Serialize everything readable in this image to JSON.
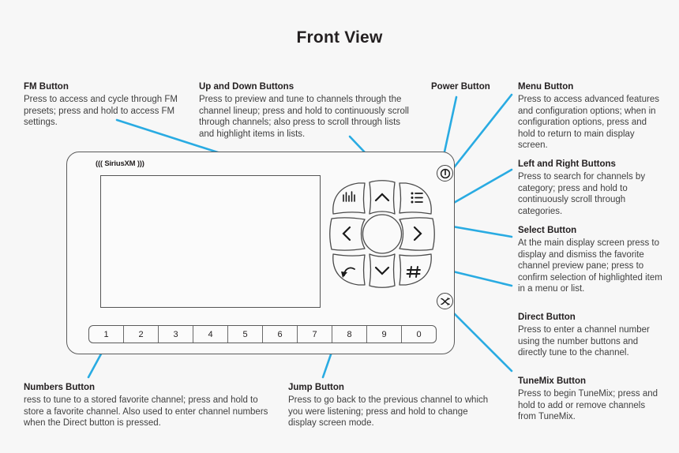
{
  "title": "Front View",
  "accent_color": "#29ABE2",
  "line_color": "#5b5b5b",
  "text_color": "#3f3f3f",
  "device": {
    "brand": "((( SiriusXM )))",
    "brand_plain": "SiriusXM",
    "number_keys": [
      "1",
      "2",
      "3",
      "4",
      "5",
      "6",
      "7",
      "8",
      "9",
      "0"
    ],
    "pad_buttons": [
      {
        "name": "fm",
        "icon": "equalizer-icon",
        "position": "top-left"
      },
      {
        "name": "up",
        "icon": "chevron-up-icon",
        "position": "top-center"
      },
      {
        "name": "menu",
        "icon": "list-icon",
        "position": "top-right"
      },
      {
        "name": "left",
        "icon": "chevron-left-icon",
        "position": "middle-left"
      },
      {
        "name": "select",
        "icon": "circle-icon",
        "position": "center"
      },
      {
        "name": "right",
        "icon": "chevron-right-icon",
        "position": "middle-right"
      },
      {
        "name": "jump",
        "icon": "jump-back-arrow-icon",
        "position": "bottom-left"
      },
      {
        "name": "down",
        "icon": "chevron-down-icon",
        "position": "bottom-center"
      },
      {
        "name": "direct",
        "icon": "hash-icon",
        "position": "bottom-right"
      }
    ],
    "round_buttons": [
      {
        "name": "power",
        "icon": "power-icon"
      },
      {
        "name": "tunemix",
        "icon": "shuffle-icon"
      }
    ]
  },
  "callouts": {
    "fm": {
      "heading": "FM Button",
      "body": "Press to access and cycle through FM presets; press and hold to access FM settings."
    },
    "updown": {
      "heading": "Up and Down Buttons",
      "body": "Press to preview and tune to channels through the channel lineup; press and hold to continuously scroll through channels; also press to scroll through lists and highlight items in lists."
    },
    "power": {
      "heading": "Power Button",
      "body": ""
    },
    "menu": {
      "heading": "Menu Button",
      "body": "Press to access advanced features and configuration options; when in configuration options, press and hold to return to main display screen."
    },
    "leftright": {
      "heading": "Left and Right Buttons",
      "body": "Press to search for channels by category; press and hold to continuously scroll through categories."
    },
    "select": {
      "heading": "Select Button",
      "body": "At the main display screen press to display and dismiss the favorite channel preview pane; press to confirm selection of highlighted item in a menu or list."
    },
    "direct": {
      "heading": "Direct Button",
      "body": "Press to enter a channel number using the number buttons and directly tune to the channel."
    },
    "tunemix": {
      "heading": "TuneMix Button",
      "body": "Press to begin TuneMix; press and hold to add or remove channels from TuneMix."
    },
    "numbers": {
      "heading": "Numbers Button",
      "body": "ress to tune to a stored favorite channel; press and hold to store a favorite channel. Also used to enter channel numbers when the Direct button is pressed."
    },
    "jump": {
      "heading": "Jump Button",
      "body": "Press to go back to the previous channel to which you were listening; press and hold to change display screen mode."
    }
  }
}
